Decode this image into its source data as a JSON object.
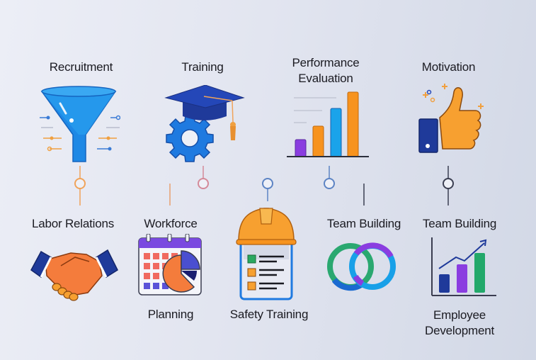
{
  "diagram": {
    "type": "hr-functions-timeline-infographic",
    "top_row": [
      {
        "id": "recruitment",
        "label": "Recruitment",
        "icon": "funnel-icon"
      },
      {
        "id": "training",
        "label": "Training",
        "icon": "graduation-cap-gear-icon"
      },
      {
        "id": "performance",
        "label_line1": "Performance",
        "label_line2": "Evaluation",
        "icon": "bar-chart-icon"
      },
      {
        "id": "motivation",
        "label": "Motivation",
        "icon": "thumbs-up-icon"
      }
    ],
    "bottom_row": [
      {
        "id": "labor",
        "label": "Labor Relations",
        "icon": "handshake-icon"
      },
      {
        "id": "workforce",
        "label_top": "Workforce",
        "label_bottom": "Planning",
        "icon": "calendar-pie-icon"
      },
      {
        "id": "safety",
        "label": "Safety Training",
        "icon": "hardhat-checklist-icon"
      },
      {
        "id": "team",
        "label": "Team Building",
        "icon": "interlocking-rings-icon"
      },
      {
        "id": "development",
        "label_top": "Team Building",
        "label_bottom_line1": "Employee",
        "label_bottom_line2": "Development",
        "icon": "growth-chart-icon"
      }
    ],
    "timeline": {
      "node_colors": [
        "#f0a35a",
        "#d48a99",
        "#5d84c4",
        "#5d84c4",
        "#3b3f52"
      ],
      "line_gradient": [
        "#f0a35a",
        "#d48a99",
        "#5d84c4",
        "#3b3f52"
      ]
    }
  }
}
